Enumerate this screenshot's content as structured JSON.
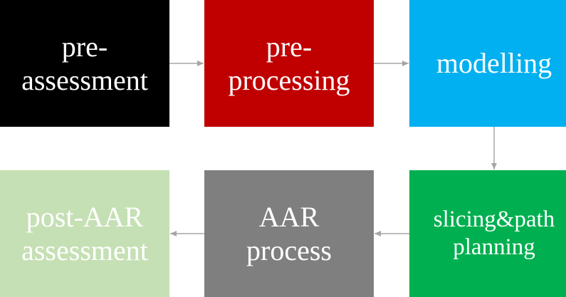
{
  "steps": [
    {
      "label": "pre-\nassessment",
      "color": "#000000"
    },
    {
      "label": "pre-\nprocessing",
      "color": "#c00000"
    },
    {
      "label": "modelling",
      "color": "#00b0f0"
    },
    {
      "label": "slicing&path\nplanning",
      "color": "#00b050"
    },
    {
      "label": "AAR\nprocess",
      "color": "#7f7f7f"
    },
    {
      "label": "post-AAR\nassessment",
      "color": "#c5e0b4"
    }
  ],
  "connector_color": "#a6a6a6"
}
